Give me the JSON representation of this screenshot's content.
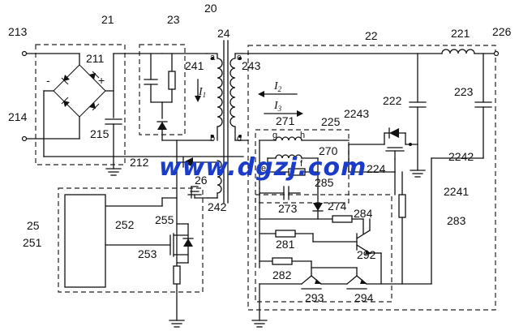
{
  "labels": {
    "n20": "20",
    "n21": "21",
    "n22": "22",
    "n23": "23",
    "n24": "24",
    "n25": "25",
    "n26": "26",
    "n211": "211",
    "n212": "212",
    "n213": "213",
    "n214": "214",
    "n215": "215",
    "n221": "221",
    "n222": "222",
    "n223": "223",
    "n224": "224",
    "n225": "225",
    "n226": "226",
    "n241": "241",
    "n242": "242",
    "n243": "243",
    "n251": "251",
    "n252": "252",
    "n253": "253",
    "n255": "255",
    "n270": "270",
    "n271": "271",
    "n273": "273",
    "n274": "274",
    "n281": "281",
    "n282": "282",
    "n283": "283",
    "n284": "284",
    "n285": "285",
    "n292": "292",
    "n293": "293",
    "n294": "294",
    "n2241": "2241",
    "n2242": "2242",
    "n2243": "2243"
  },
  "currents": {
    "i1": "I",
    "i1_sub": "1",
    "i2": "I",
    "i2_sub": "2",
    "i3": "I",
    "i3_sub": "3"
  },
  "terminals": {
    "a": "a",
    "b": "b",
    "c": "c",
    "d": "d",
    "e": "e",
    "f": "f",
    "g": "g",
    "h": "h"
  },
  "polarity": {
    "minus": "-",
    "plus": "+"
  },
  "watermark": "www.dgzj.com"
}
